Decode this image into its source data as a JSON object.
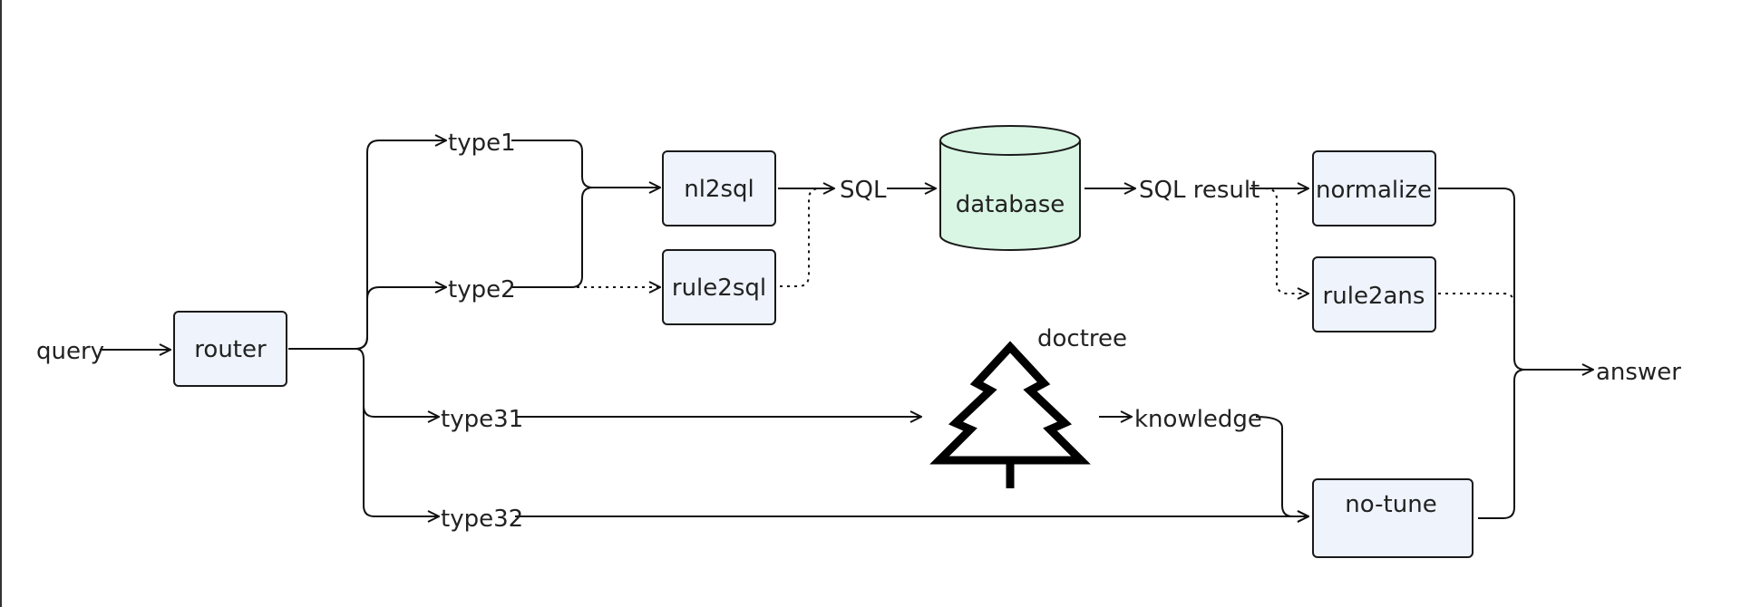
{
  "diagram": {
    "colors": {
      "node_fill": "#eef3fc",
      "database_fill": "#d9f5e3",
      "stroke": "#111111"
    },
    "labels": {
      "query": "query",
      "type1": "type1",
      "type2": "type2",
      "type31": "type31",
      "type32": "type32",
      "sql": "SQL",
      "sql_result": "SQL result",
      "knowledge": "knowledge",
      "answer": "answer",
      "doctree": "doctree"
    },
    "nodes": {
      "router": "router",
      "nl2sql": "nl2sql",
      "rule2sql": "rule2sql",
      "database": "database",
      "normalize": "normalize",
      "rule2ans": "rule2ans",
      "no_tune": "no-tune"
    },
    "icons": {
      "doctree": "tree-icon",
      "database": "database-cylinder-icon"
    }
  }
}
